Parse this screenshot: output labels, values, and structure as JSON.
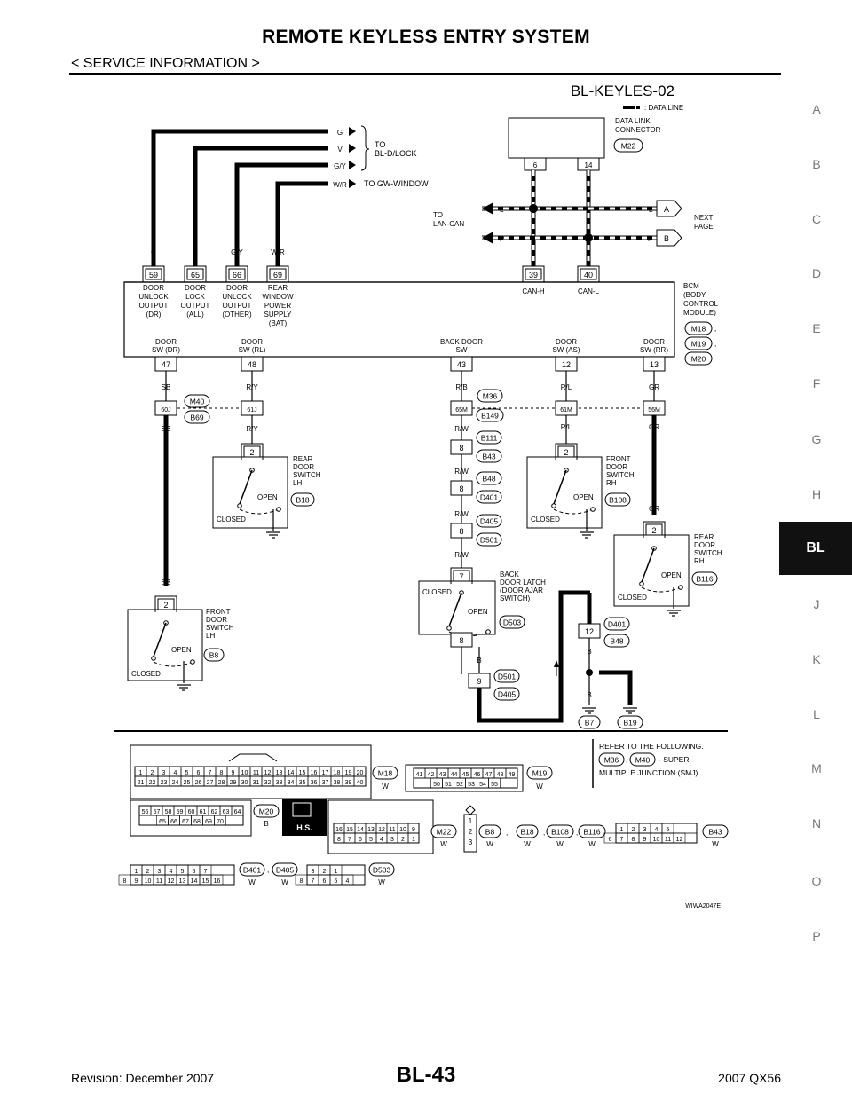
{
  "header": {
    "title": "REMOTE KEYLESS ENTRY SYSTEM",
    "subtitle": "< SERVICE INFORMATION >"
  },
  "diagram_id": "BL-KEYLES-02",
  "legend": ": DATA LINE",
  "side_index": [
    "A",
    "B",
    "C",
    "D",
    "E",
    "F",
    "G",
    "H",
    "BL",
    "J",
    "K",
    "L",
    "M",
    "N",
    "O",
    "P"
  ],
  "active_index": "BL",
  "to_lock_labels": {
    "to": "TO",
    "dest": "BL-D/LOCK",
    "window": "TO GW-WINDOW"
  },
  "top_wires": [
    "G",
    "V",
    "G/Y",
    "W/R"
  ],
  "dlc": {
    "label1": "DATA LINK",
    "label2": "CONNECTOR",
    "conn": "M22",
    "pin6": "6",
    "pin14": "14",
    "wireL": "L",
    "wireP": "P"
  },
  "lan": {
    "to": "TO",
    "dest": "LAN-CAN",
    "next1": "NEXT",
    "next2": "PAGE",
    "a": "A",
    "b": "B",
    "l": "L",
    "p": "P"
  },
  "bcm_top_pins": [
    {
      "wire": "G",
      "pin": "59",
      "label": [
        "DOOR",
        "UNLOCK",
        "OUTPUT",
        "(DR)"
      ]
    },
    {
      "wire": "V",
      "pin": "65",
      "label": [
        "DOOR",
        "LOCK",
        "OUTPUT",
        "(ALL)"
      ]
    },
    {
      "wire": "G/Y",
      "pin": "66",
      "label": [
        "DOOR",
        "UNLOCK",
        "OUTPUT",
        "(OTHER)"
      ]
    },
    {
      "wire": "W/R",
      "pin": "69",
      "label": [
        "REAR",
        "WINDOW",
        "POWER",
        "SUPPLY",
        "(BAT)"
      ]
    }
  ],
  "can_pins": [
    {
      "pin": "39",
      "label": "CAN-H"
    },
    {
      "pin": "40",
      "label": "CAN-L"
    }
  ],
  "bcm": {
    "label": [
      "BCM",
      "(BODY",
      "CONTROL",
      "MODULE)"
    ],
    "conns": [
      "M18",
      ",",
      "M19",
      ",",
      "M20"
    ]
  },
  "bcm_bottom_pins": [
    {
      "pin": "47",
      "label": [
        "DOOR",
        "SW (DR)"
      ],
      "wire": "SB"
    },
    {
      "pin": "48",
      "label": [
        "DOOR",
        "SW (RL)"
      ],
      "wire": "R/Y"
    },
    {
      "pin": "43",
      "label": [
        "BACK DOOR",
        "SW"
      ],
      "wire": "R/B"
    },
    {
      "pin": "12",
      "label": [
        "DOOR",
        "SW (AS)"
      ],
      "wire": "R/L"
    },
    {
      "pin": "13",
      "label": [
        "DOOR",
        "SW (RR)"
      ],
      "wire": "GR"
    }
  ],
  "junctions": {
    "j60": "60J",
    "j61": "61J",
    "m40": "M40",
    "b69": "B69",
    "j65": "65M",
    "m36": "M36",
    "b149": "B149",
    "j61m": "61M",
    "j56": "56M"
  },
  "wires2": {
    "sb": "SB",
    "ry": "R/Y",
    "rw": "R/W",
    "rl": "R/L",
    "gr": "GR",
    "b": "B"
  },
  "rear_lh": {
    "pin": "2",
    "label": [
      "REAR",
      "DOOR",
      "SWITCH",
      "LH"
    ],
    "conn": "B18",
    "open": "OPEN",
    "closed": "CLOSED"
  },
  "front_rh": {
    "pin": "2",
    "label": [
      "FRONT",
      "DOOR",
      "SWITCH",
      "RH"
    ],
    "conn": "B108",
    "open": "OPEN",
    "closed": "CLOSED"
  },
  "rear_rh": {
    "pin": "2",
    "label": [
      "REAR",
      "DOOR",
      "SWITCH",
      "RH"
    ],
    "conn": "B116",
    "open": "OPEN",
    "closed": "CLOSED"
  },
  "front_lh": {
    "pin": "2",
    "label": [
      "FRONT",
      "DOOR",
      "SWITCH",
      "LH"
    ],
    "conn": "B8",
    "open": "OPEN",
    "closed": "CLOSED"
  },
  "back_latch": {
    "pin7": "7",
    "pin8": "8",
    "label": [
      "BACK",
      "DOOR LATCH",
      "(DOOR AJAR",
      "SWITCH)"
    ],
    "conn": "D503",
    "open": "OPEN",
    "closed": "CLOSED"
  },
  "inline": [
    {
      "pin": "8",
      "c1": "B111",
      "c2": "B43"
    },
    {
      "pin": "8",
      "c1": "B48",
      "c2": "D401"
    },
    {
      "pin": "8",
      "c1": "D405",
      "c2": "D501"
    }
  ],
  "ground_conns": {
    "pin12": "12",
    "c1": "D401",
    "c2": "B48",
    "pin9": "9",
    "c3": "D501",
    "c4": "D405",
    "g1": "B7",
    "g2": "B19"
  },
  "refer": {
    "line1": "REFER TO THE FOLLOWING.",
    "m36": "M36",
    "comma": ",",
    "m40": "M40",
    "super": "- SUPER",
    "line3": "MULTIPLE JUNCTION (SMJ)"
  },
  "connectors": {
    "m18": {
      "name": "M18",
      "color": "W",
      "row1": [
        "1",
        "2",
        "3",
        "4",
        "5",
        "6",
        "7",
        "8",
        "9",
        "10",
        "11",
        "12",
        "13",
        "14",
        "15",
        "16",
        "17",
        "18",
        "19",
        "20"
      ],
      "row2": [
        "21",
        "22",
        "23",
        "24",
        "25",
        "26",
        "27",
        "28",
        "29",
        "30",
        "31",
        "32",
        "33",
        "34",
        "35",
        "36",
        "37",
        "38",
        "39",
        "40"
      ]
    },
    "m19": {
      "name": "M19",
      "color": "W",
      "row1": [
        "41",
        "42",
        "43",
        "44",
        "45",
        "46",
        "47",
        "48",
        "49"
      ],
      "row2": [
        "50",
        "51",
        "52",
        "53",
        "54",
        "55"
      ]
    },
    "m20": {
      "name": "M20",
      "color": "B",
      "row1": [
        "56",
        "57",
        "58",
        "59",
        "60",
        "61",
        "62",
        "63",
        "64"
      ],
      "row2": [
        "65",
        "66",
        "67",
        "68",
        "69",
        "70"
      ]
    },
    "hs": "H.S.",
    "m22": {
      "name": "M22",
      "color": "W",
      "row1": [
        "16",
        "15",
        "14",
        "13",
        "12",
        "11",
        "10",
        "9"
      ],
      "row2": [
        "8",
        "7",
        "6",
        "5",
        "4",
        "3",
        "2",
        "1"
      ]
    },
    "b8": {
      "pins": [
        "1",
        "2",
        "3"
      ],
      "names": [
        "B8",
        "B18",
        "B108",
        "B116"
      ],
      "colors": [
        "W",
        "W",
        "W",
        "W"
      ]
    },
    "b43": {
      "name": "B43",
      "color": "W",
      "row1": [
        "1",
        "2",
        "3",
        "4",
        "5"
      ],
      "row2": [
        "6",
        "7",
        "8",
        "9",
        "10",
        "11",
        "12"
      ]
    },
    "d401": {
      "names": [
        "D401",
        "D405"
      ],
      "colors": [
        "W",
        "W"
      ],
      "row1": [
        "1",
        "2",
        "3",
        "4",
        "5",
        "6",
        "7"
      ],
      "row2": [
        "8",
        "9",
        "10",
        "11",
        "12",
        "13",
        "14",
        "15",
        "16"
      ]
    },
    "d503": {
      "name": "D503",
      "color": "W",
      "row1": [
        "3",
        "2",
        "1"
      ],
      "row2": [
        "8",
        "7",
        "6",
        "5",
        "4"
      ]
    }
  },
  "figure_code": "WIWA2047E",
  "footer": {
    "left": "Revision: December 2007",
    "center": "BL-43",
    "right": "2007 QX56"
  }
}
